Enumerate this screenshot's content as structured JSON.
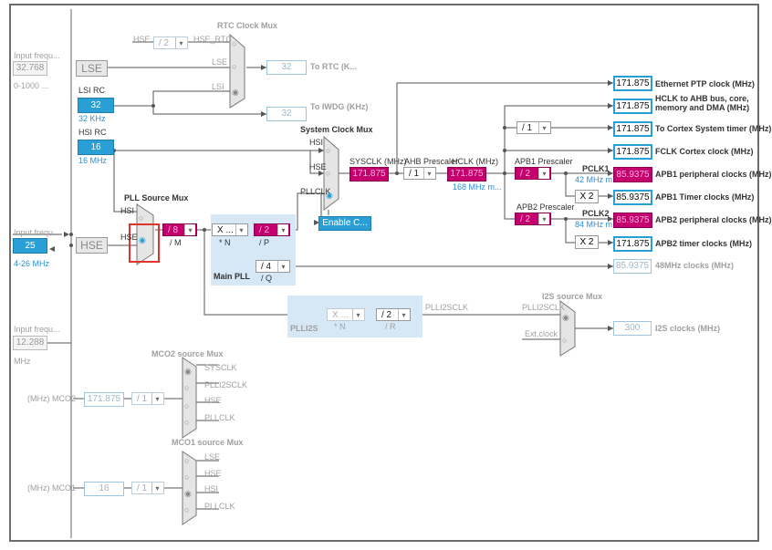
{
  "inputs": {
    "lse_freq": {
      "label": "Input frequ...",
      "value": "32.768",
      "range": "0-1000 ..."
    },
    "hse_freq": {
      "label": "Input frequ...",
      "value": "25",
      "range": "4-26 MHz"
    },
    "i2s_freq": {
      "label": "Input frequ...",
      "value": "12.288",
      "unit": "MHz"
    }
  },
  "sources": {
    "lse": "LSE",
    "lsi_rc": {
      "label": "LSI RC",
      "value": "32",
      "unit": "32 KHz"
    },
    "hsi_rc": {
      "label": "HSI RC",
      "value": "16",
      "unit": "16 MHz"
    },
    "hse": "HSE"
  },
  "rtc": {
    "title": "RTC Clock Mux",
    "hse_label": "HSE",
    "hse_div": "/ 2",
    "hse_rtc": "HSE_RTC",
    "lse": "LSE",
    "lsi": "LSI",
    "rtc_value": "32",
    "rtc_label": "To RTC (K...",
    "iwdg_value": "32",
    "iwdg_label": "To IWDG (KHz)"
  },
  "pll": {
    "source_title": "PLL Source Mux",
    "hsi": "HSI",
    "hse": "HSE",
    "m_value": "/ 8",
    "m_label": "/ M",
    "n_value": "X ...",
    "n_label": "* N",
    "p_value": "/ 2",
    "p_label": "/ P",
    "q_value": "/ 4",
    "q_label": "/ Q",
    "main_title": "Main PLL",
    "usb_value": "85.9375",
    "usb_label": "48MHz clocks (MHz)"
  },
  "sysclk": {
    "mux_title": "System Clock Mux",
    "hsi": "HSI",
    "hse": "HSE",
    "pllclk": "PLLCLK",
    "enable": "Enable C...",
    "label": "SYSCLK (MHz)",
    "value": "171.875",
    "ahb_title": "AHB Prescaler",
    "ahb_div": "/ 1",
    "hclk_label": "HCLK (MHz)",
    "hclk_value": "171.875",
    "hclk_max": "168 MHz m...",
    "cortex_div": "/ 1"
  },
  "apb": {
    "apb1_title": "APB1 Prescaler",
    "apb1_div": "/ 2",
    "pclk1": "PCLK1",
    "pclk1_max": "42 MHz m...",
    "x2_1": "X 2",
    "apb2_title": "APB2 Prescaler",
    "apb2_div": "/ 2",
    "pclk2": "PCLK2",
    "pclk2_max": "84 MHz m...",
    "x2_2": "X 2"
  },
  "outputs": [
    {
      "value": "171.875",
      "label": "Ethernet PTP clock (MHz)"
    },
    {
      "value": "171.875",
      "label": "HCLK to AHB bus, core, memory and DMA (MHz)"
    },
    {
      "value": "171.875",
      "label": "To Cortex System timer (MHz)"
    },
    {
      "value": "171.875",
      "label": "FCLK Cortex clock (MHz)"
    },
    {
      "value": "85.9375",
      "label": "APB1 peripheral clocks (MHz)"
    },
    {
      "value": "85.9375",
      "label": "APB1 Timer clocks (MHz)"
    },
    {
      "value": "85.9375",
      "label": "APB2 peripheral clocks (MHz)"
    },
    {
      "value": "171.875",
      "label": "APB2 timer clocks (MHz)"
    }
  ],
  "plli2s": {
    "title": "PLLI2S",
    "n_value": "X ...",
    "n_label": "* N",
    "r_value": "/ 2",
    "r_label": "/ R",
    "clk_label": "PLLI2SCLK",
    "mux_title": "I2S source Mux",
    "mux_in1": "PLLI2SCLK",
    "mux_in2": "Ext.clock",
    "value": "300",
    "out_label": "I2S clocks (MHz)"
  },
  "mco2": {
    "title": "MCO2 source Mux",
    "opts": [
      "SYSCLK",
      "PLLI2SCLK",
      "HSE",
      "PLLCLK"
    ],
    "div": "/ 1",
    "value": "171.875",
    "out_label": "(MHz) MCO2"
  },
  "mco1": {
    "title": "MCO1 source Mux",
    "opts": [
      "LSE",
      "HSE",
      "HSI",
      "PLLCLK"
    ],
    "div": "/ 1",
    "value": "16",
    "out_label": "(MHz) MCO1"
  },
  "colors": {
    "accent": "#2a9fd6",
    "prescaler": "#c5006e",
    "highlight": "#e0332a",
    "region": "#d6e7f5"
  }
}
